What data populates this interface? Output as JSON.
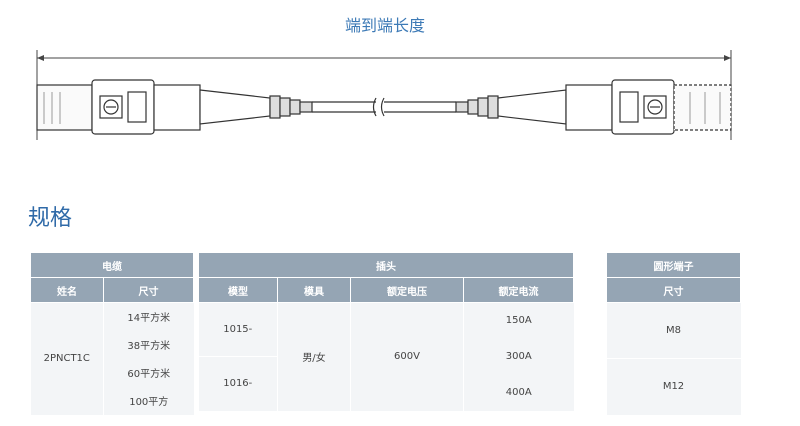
{
  "diagram": {
    "dimension_label": "端到端长度"
  },
  "specs": {
    "title": "规格"
  },
  "cable_table": {
    "title": "电缆",
    "headers": [
      "姓名",
      "尺寸"
    ],
    "name": "2PNCT1C",
    "sizes": [
      "14平方米",
      "38平方米",
      "60平方米",
      "100平方"
    ]
  },
  "plug_table": {
    "title": "插头",
    "headers": [
      "模型",
      "模具",
      "额定电压",
      "额定电流"
    ],
    "models": [
      "1015-",
      "1016-"
    ],
    "mold": "男/女",
    "voltage": "600V",
    "currents": [
      "150A",
      "300A",
      "400A"
    ]
  },
  "lug_table": {
    "title": "圆形端子",
    "header": "尺寸",
    "sizes": [
      "M8",
      "M12"
    ]
  },
  "colors": {
    "accent": "#3d7ab6",
    "header_bg": "#95a5b4",
    "cell_bg": "#f3f5f7"
  }
}
